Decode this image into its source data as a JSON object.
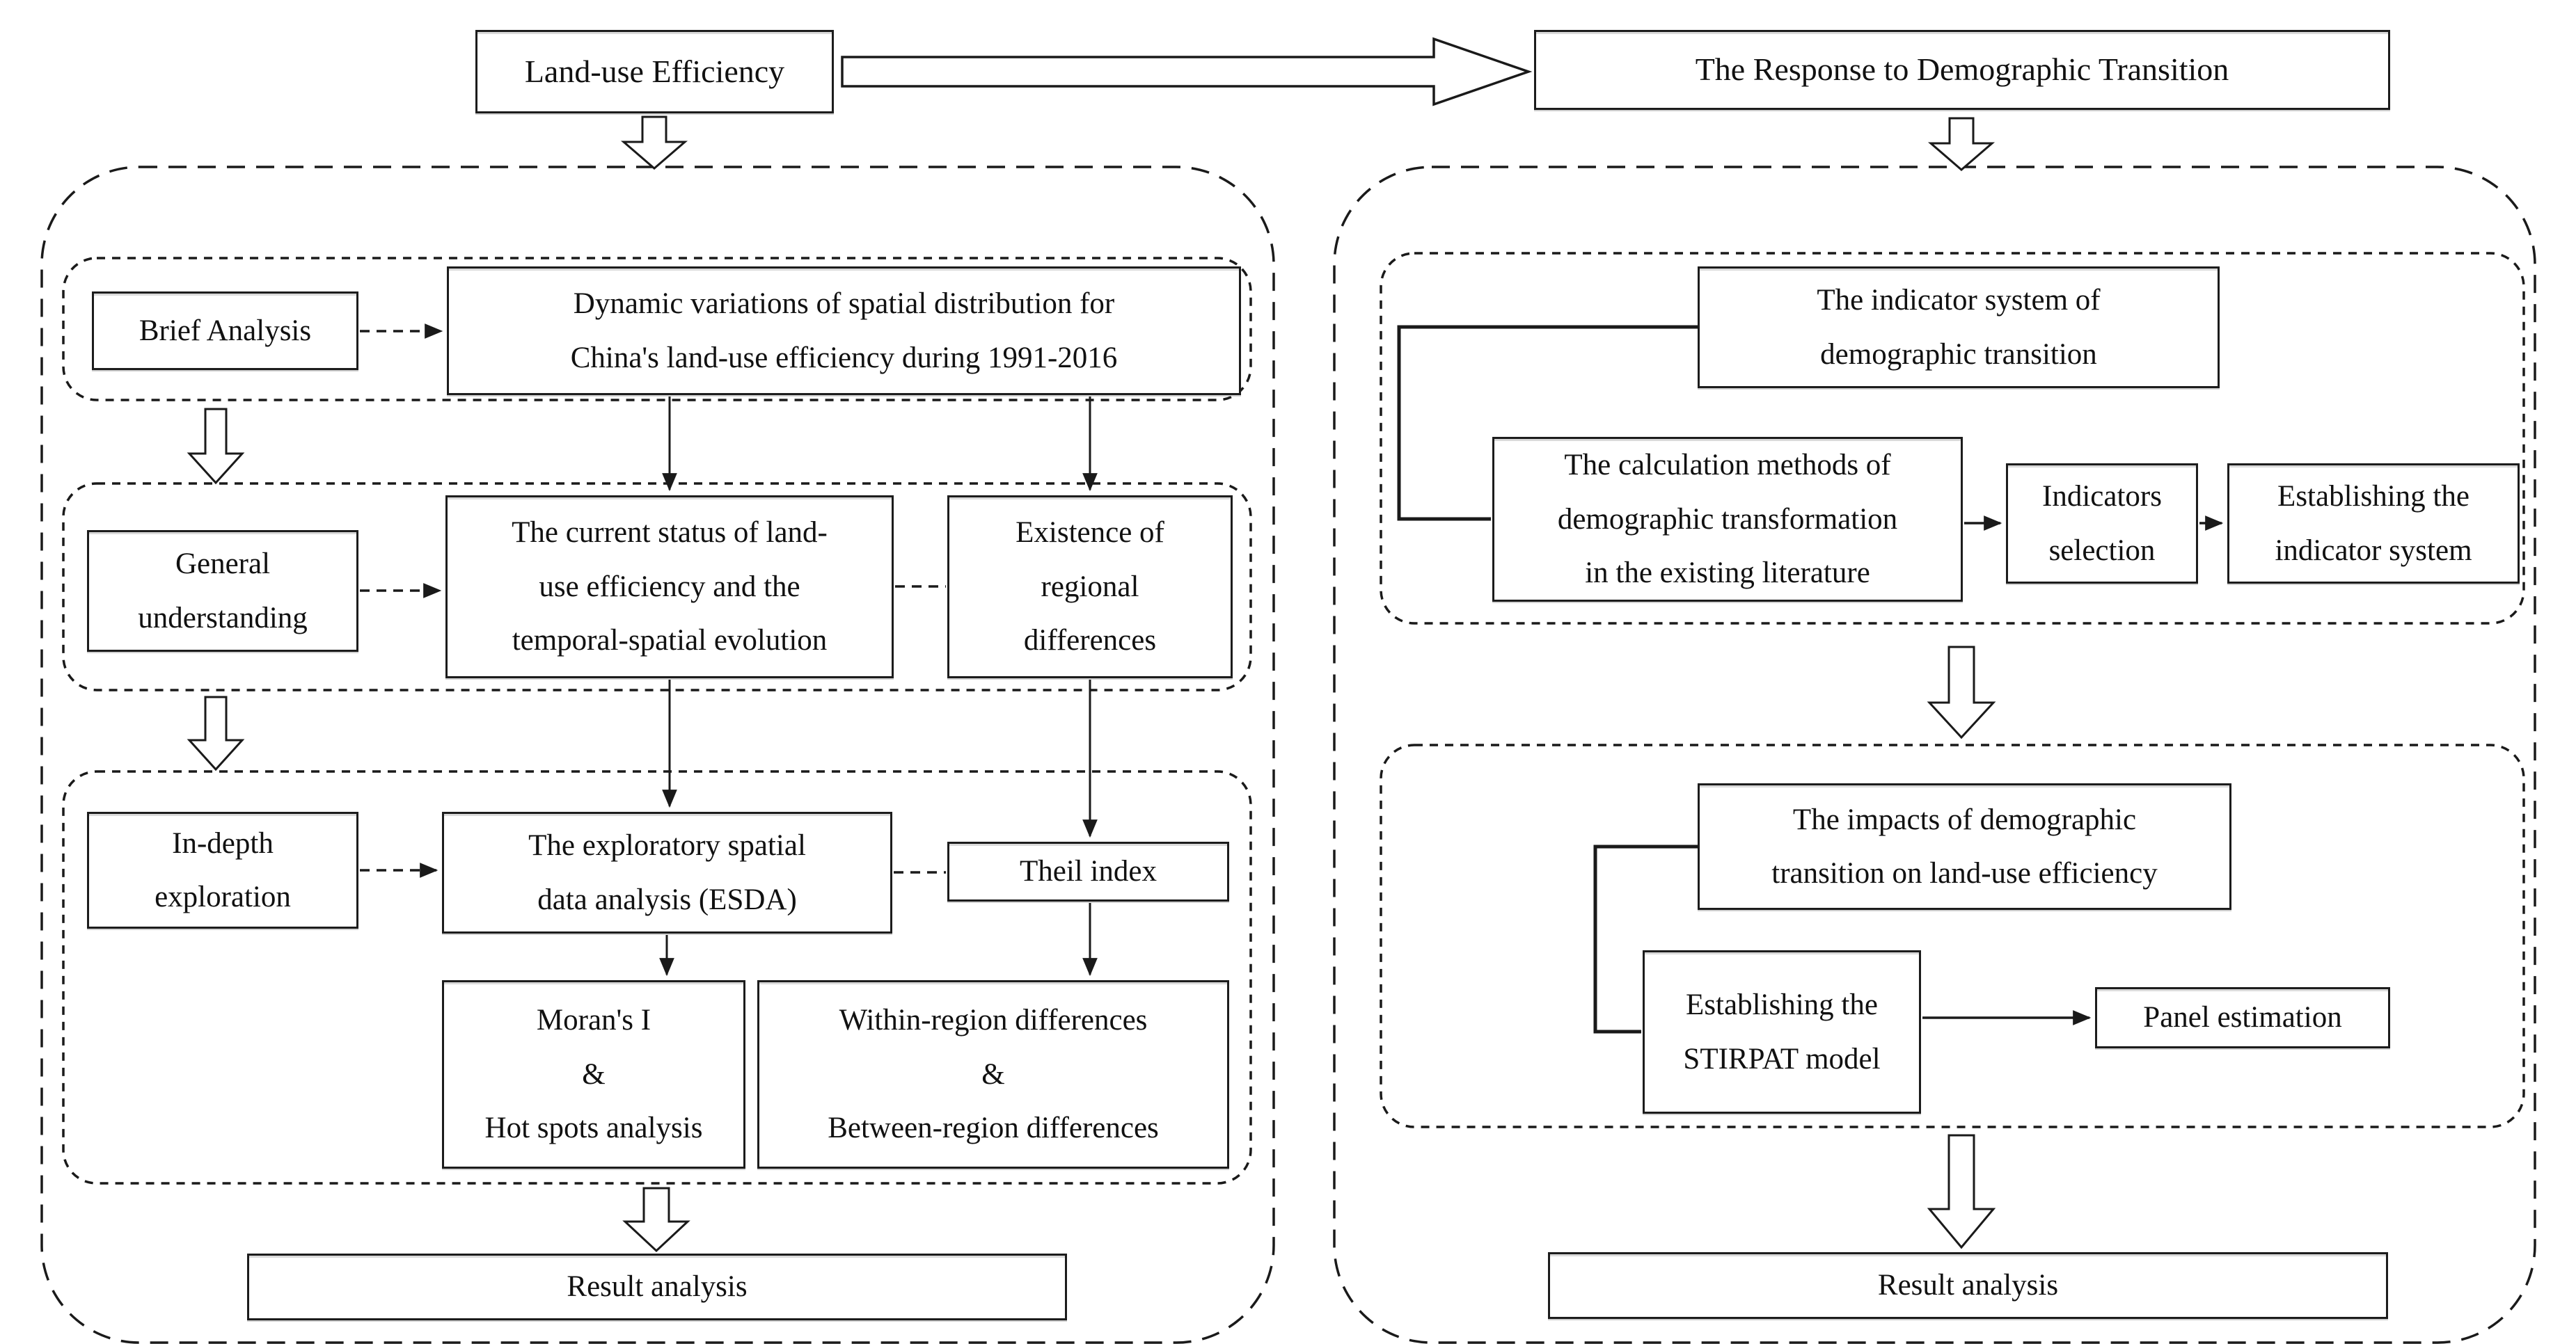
{
  "colors": {
    "ink": "#1a1a1a",
    "background": "#ffffff"
  },
  "nodes": {
    "left_title": "Land-use Efficiency",
    "right_title": "The Response to Demographic Transition",
    "brief_analysis": "Brief Analysis",
    "dynamic_variations": "Dynamic variations of spatial distribution for\nChina's land-use efficiency during 1991-2016",
    "general_understanding": "General\nunderstanding",
    "current_status": "The current status of land-\nuse efficiency and the\ntemporal-spatial evolution",
    "existence": "Existence of\nregional\ndifferences",
    "in_depth": "In-depth\nexploration",
    "esda": "The exploratory spatial\ndata analysis (ESDA)",
    "theil": "Theil index",
    "moran": "Moran's I\n&\nHot spots analysis",
    "region_differences": "Within-region differences\n&\nBetween-region differences",
    "result_left": "Result analysis",
    "indicator_system": "The indicator system of\ndemographic transition",
    "calculation_methods": "The calculation methods of\ndemographic transformation\nin the existing literature",
    "indicators_selection": "Indicators\nselection",
    "establish_indicator_system": "Establishing the\nindicator system",
    "impacts": "The impacts of demographic\ntransition on land-use efficiency",
    "stirpat": "Establishing the\nSTIRPAT model",
    "panel_estimation": "Panel estimation",
    "result_right": "Result analysis"
  }
}
